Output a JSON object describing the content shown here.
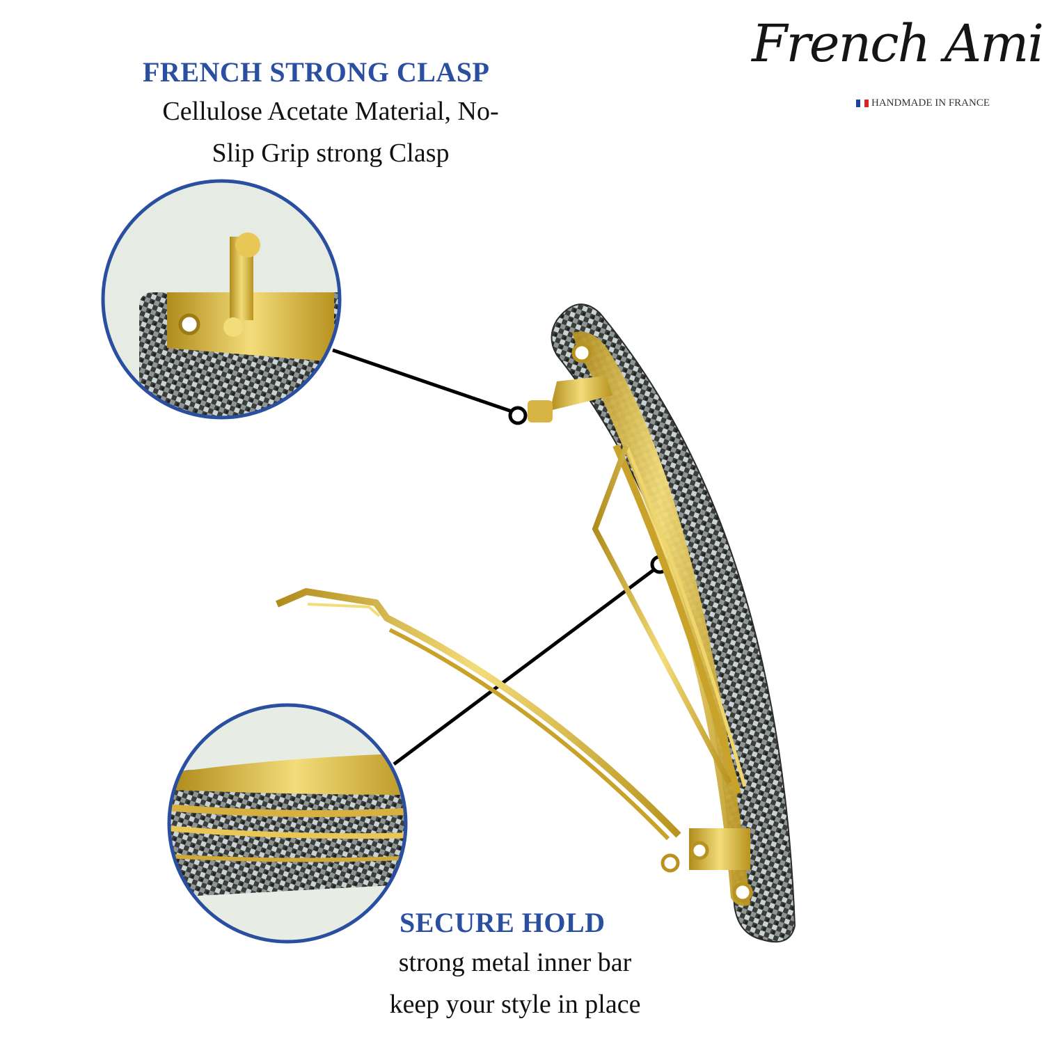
{
  "brand": {
    "name": "French Amie",
    "tagline": "HANDMADE IN FRANCE"
  },
  "callouts": {
    "clasp": {
      "title": "FRENCH STRONG CLASP",
      "line1": "Cellulose Acetate Material, No-",
      "line2": "Slip Grip strong Clasp"
    },
    "hold": {
      "title": "SECURE HOLD",
      "line1": "strong metal inner bar",
      "line2": "keep your style in place"
    }
  },
  "colors": {
    "heading": "#2a4fa0",
    "circle_border": "#2a4fa0",
    "gold": "#d8b53c",
    "pattern_dark": "#3a3d3a",
    "pattern_light": "#c9d3d6"
  }
}
